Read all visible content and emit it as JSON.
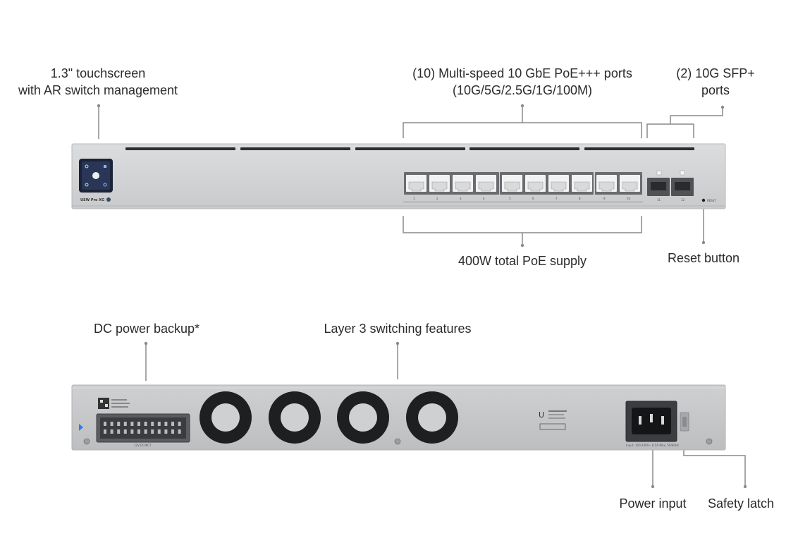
{
  "callouts": {
    "touchscreen": [
      "1.3\" touchscreen",
      "with AR switch management"
    ],
    "poe_ports": [
      "(10) Multi-speed 10 GbE PoE+++ ports",
      "(10G/5G/2.5G/1G/100M)"
    ],
    "sfp_ports": [
      "(2) 10G SFP+",
      "ports"
    ],
    "poe_supply": "400W total PoE supply",
    "reset": "Reset button",
    "dc_power": "DC power backup*",
    "layer3": "Layer 3 switching features",
    "power_input": "Power input",
    "safety_latch": "Safety latch"
  },
  "front_panel": {
    "model_label": "USW Pro XG",
    "port_labels": [
      "1",
      "2",
      "3",
      "4",
      "5",
      "6",
      "7",
      "8",
      "9",
      "10"
    ],
    "sfp_labels": [
      "11",
      "12"
    ],
    "reset_label": "RESET"
  },
  "rear_panel": {
    "connector_label": "12V DC/NCT",
    "power_rating": "Input: 100-240V~ 6.5A Max, 50/60Hz"
  },
  "colors": {
    "chassis": "#d3d4d6",
    "chassis_edge": "#b9babc",
    "leader": "#8a8a8a",
    "port_dark": "#4a4c50",
    "fan": "#1e1f21"
  }
}
